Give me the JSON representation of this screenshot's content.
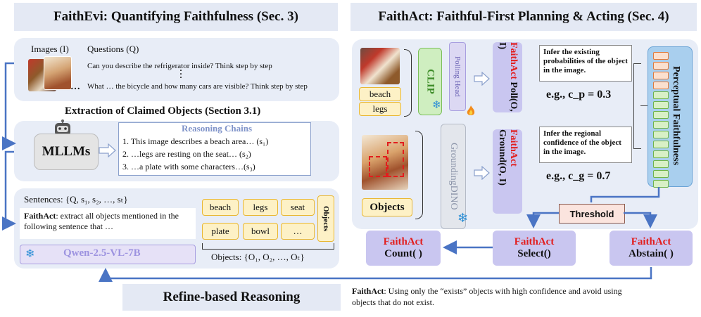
{
  "left": {
    "title": "FaithEvi: Quantifying Faithfulness (Sec. 3)",
    "images_label": "Images (I)",
    "questions_label": "Questions (Q)",
    "question_1": "Can you describe the refrigerator inside? Think step by step",
    "question_2": "What … the bicycle and how many cars are visible? Think step by step",
    "extraction_title": "Extraction of Claimed Objects (Section 3.1)",
    "mllm_label": "MLLMs",
    "reasoning_title": "Reasoning Chains",
    "chain_1": "1. This image describes a beach area… (s₁)",
    "chain_2": "2. …legs are resting on the seat… (s₂)",
    "chain_3": "3. …a plate with some characters…(s₃)",
    "sentences_label": "Sentences: {Q, s₁, s₂, …, sₜ}",
    "prompt_prefix": "FaithAct",
    "prompt_text": ": extract all objects mentioned in the following sentence that …",
    "model_label": "Qwen-2.5-VL-7B",
    "objects": [
      "beach",
      "legs",
      "seat",
      "plate",
      "bowl",
      "…"
    ],
    "objects_side_label": "Objects",
    "objects_set": "Objects: {O₁, O₂, …, Oₜ}"
  },
  "right": {
    "title": "FaithAct: Faithful-First Planning & Acting (Sec. 4)",
    "clip_label": "CLIP",
    "polling_head": "Polling Head",
    "poll_brand": "FaithAct",
    "poll_fn": "Poll(O, I)",
    "ground_brand": "FaithAct",
    "ground_fn": "Ground(O, I)",
    "grounding_dino": "GroundingDINO",
    "tag_beach": "beach",
    "tag_legs": "legs",
    "objects_label": "Objects",
    "infer_existing": "Infer the existing probabilities of the object in the image.",
    "cp_example": "e.g., c_p = 0.3",
    "infer_regional": "Infer the regional confidence of the object in the image.",
    "cg_example": "e.g., c_g = 0.7",
    "perceptual": "Perceptual Faithfulness",
    "threshold": "Threshold",
    "count_brand": "FaithAct",
    "count_fn": "Count( )",
    "select_brand": "FaithAct",
    "select_fn": "Select()",
    "abstain_brand": "FaithAct",
    "abstain_fn": "Abstain( )"
  },
  "bottom": {
    "refine": "Refine-based Reasoning",
    "note_brand": "FaithAct",
    "note_text": ": Using only the “exists” objects with high confidence and avoid using objects that do not exist."
  },
  "colors": {
    "accent_red": "#e21d1d",
    "arrow_blue": "#4a74c4",
    "purple_box": "#c9c6f0",
    "yellow_fill": "#fdf1c6",
    "panel": "#e8edf7"
  }
}
